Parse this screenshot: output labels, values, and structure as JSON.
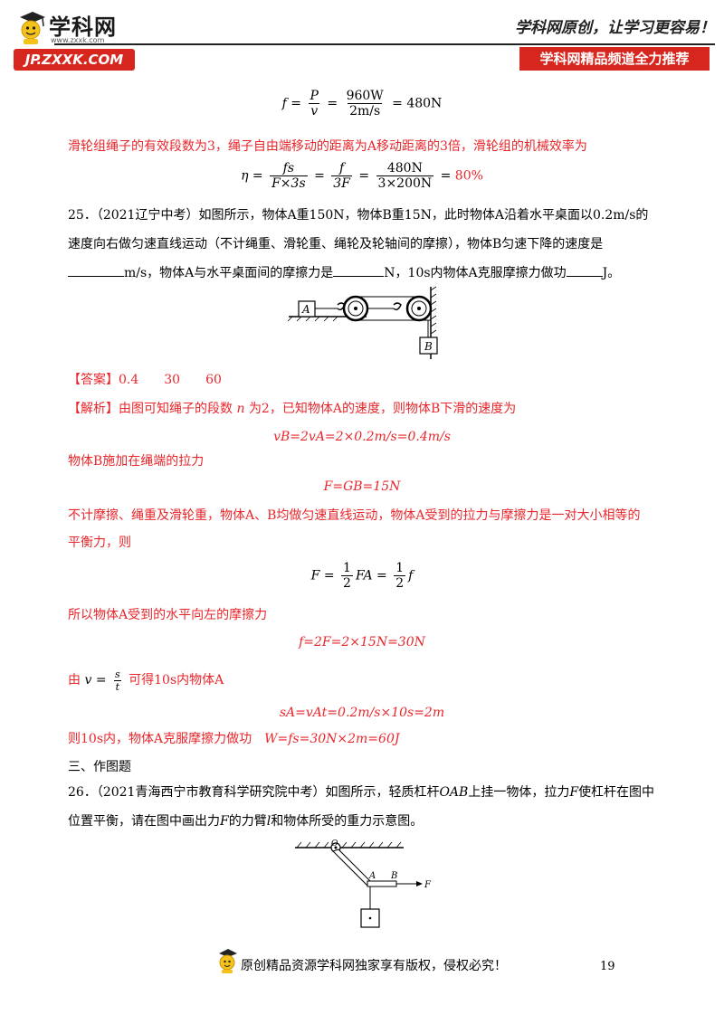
{
  "header": {
    "logo_text": "学科网",
    "logo_url": "www.zxxk.com",
    "site_badge": "JP.ZXXK.COM",
    "slogan": "学科网原创，让学习更容易！",
    "channel": "学科网精品频道全力推荐"
  },
  "formula1": {
    "lhs": "f",
    "num1": "P",
    "den1": "v",
    "num2": "960W",
    "den2": "2m/s",
    "result": "480N"
  },
  "line_efficiency": "滑轮组绳子的有效段数为3，绳子自由端移动的距离为A移动距离的3倍，滑轮组的机械效率为",
  "formula2": {
    "lhs": "η",
    "num1": "fs",
    "den1": "F×3s",
    "num2": "f",
    "den2": "3F",
    "num3": "480N",
    "den3": "3×200N",
    "result": "80%"
  },
  "q25": {
    "line1": "25．（2021辽宁中考）如图所示，物体A重150N，物体B重15N，此时物体A沿着水平桌面以0.2m/s的",
    "line2": "速度向右做匀速直线运动（不计绳重、滑轮重、绳轮及轮轴间的摩擦），物体B匀速下降的速度是",
    "line3_a": "m/s，物体A与水平桌面间的摩擦力是",
    "line3_b": "N，10s内物体A克服摩擦力做功",
    "line3_c": "J。",
    "label_a": "A",
    "label_b": "B"
  },
  "answer": {
    "tag": "【答案】",
    "values": "0.4　　30　　60"
  },
  "analysis": {
    "tag": "【解析】",
    "l1_a": "由图可知绳子的段数",
    "l1_n": "n",
    "l1_b": "为2，已知物体A的速度，则物体B下滑的速度为",
    "f_vb": "vB=2vA=2×0.2m/s=0.4m/s",
    "l2": "物体B施加在绳端的拉力",
    "f_F": "F=GB=15N",
    "l3": "不计摩擦、绳重及滑轮重，物体A、B均做匀速直线运动，物体A受到的拉力与摩擦力是一对大小相等的",
    "l4": "平衡力，则",
    "f_frac": {
      "lhs": "F",
      "num": "1",
      "den": "2",
      "mid": "FA",
      "end": "f"
    },
    "l5": "所以物体A受到的水平向左的摩擦力",
    "f_f": "f=2F=2×15N=30N",
    "l6_a": "由",
    "l6_v": "v",
    "l6_num": "s",
    "l6_den": "t",
    "l6_b": "可得10s内物体A",
    "f_s": "sA=vAt=0.2m/s×10s=2m",
    "l7_a": "则10s内，物体A克服摩擦力做功",
    "l7_b": "W=fs=30N×2m=60J"
  },
  "section": "三、作图题",
  "q26": {
    "line1_a": "26．（2021青海西宁市教育科学研究院中考）如图所示，轻质杠杆",
    "line1_oab": "OAB",
    "line1_b": "上挂一物体，拉力",
    "line1_F": "F",
    "line1_c": "使杠杆在图中",
    "line2_a": "位置平衡，请在图中画出力",
    "line2_F": "F",
    "line2_b": "的力臂",
    "line2_l": "l",
    "line2_c": "和物体所受的重力示意图。",
    "label_o": "O",
    "label_a": "A",
    "label_b": "B",
    "label_f": "F"
  },
  "footer": {
    "copyright": "原创精品资源学科网独家享有版权，侵权必究！",
    "page": "19"
  },
  "colors": {
    "answer_red": "#e8262b",
    "badge_red": "#d7261e"
  }
}
